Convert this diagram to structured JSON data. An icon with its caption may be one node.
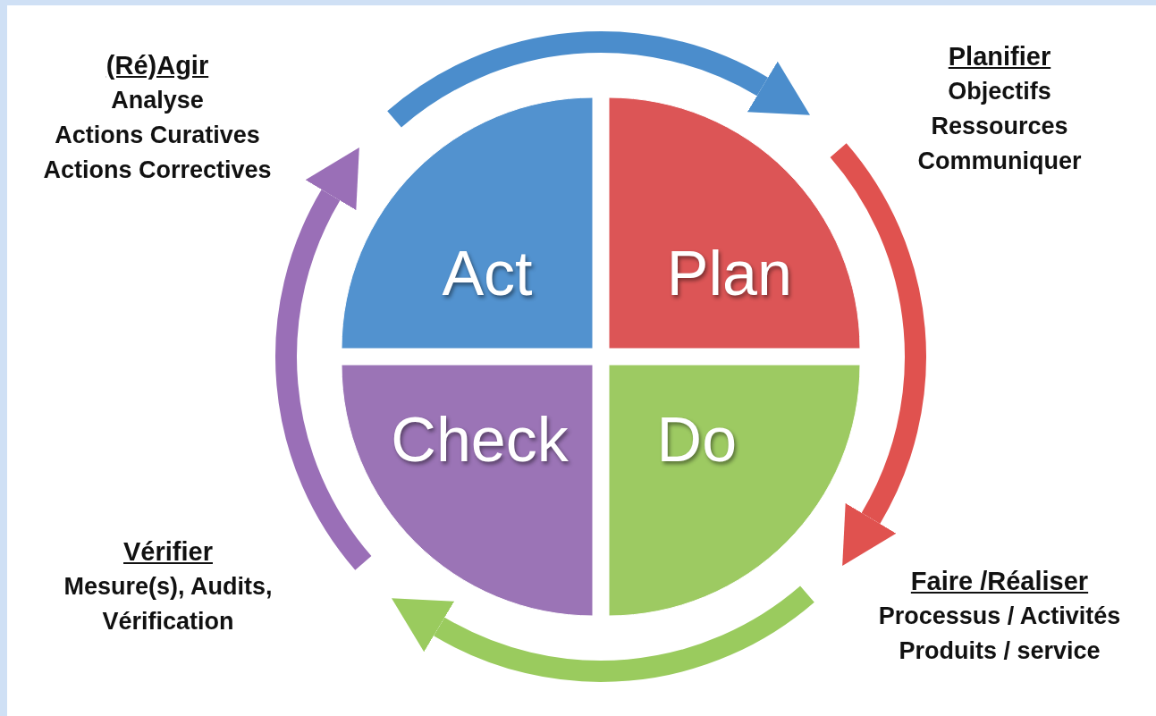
{
  "diagram": {
    "nodes": [
      {
        "text": [
          "Act"
        ],
        "beside": [
          "(Ré)Agir",
          "Analyse",
          "Actions Curatives",
          "Actions Correctives"
        ]
      },
      {
        "text": [
          "Plan"
        ],
        "beside": [
          "Planifier",
          "Objectifs",
          "Ressources",
          "Communiquer"
        ]
      },
      {
        "text": [
          "Check"
        ],
        "beside": [
          "Vérifier",
          "Mesure(s), Audits, Vérification"
        ]
      },
      {
        "text": [
          "Do"
        ],
        "beside": [
          "Faire /Réaliser",
          "Processus / Activités",
          "Produits / service"
        ]
      }
    ],
    "edges": [
      {
        "from": 0,
        "to": 1,
        "arrow": "to",
        "color": "#4b8dcc"
      },
      {
        "from": 1,
        "to": 3,
        "arrow": "to",
        "color": "#e0524f"
      },
      {
        "from": 3,
        "to": 2,
        "arrow": "to",
        "color": "#9acb5e"
      },
      {
        "from": 2,
        "to": 0,
        "arrow": "to",
        "color": "#9a6fb7"
      }
    ]
  }
}
